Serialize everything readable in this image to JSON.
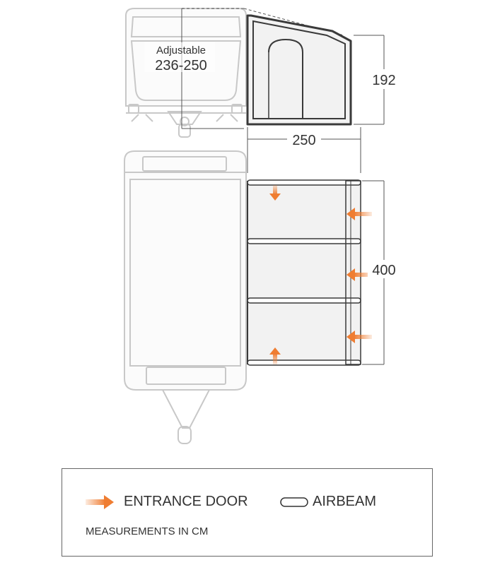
{
  "diagram": {
    "side_view": {
      "adjustable_label": "Adjustable",
      "adjustable_range": "236-250",
      "height_label": "192",
      "width_label": "250"
    },
    "plan_view": {
      "length_label": "400"
    }
  },
  "legend": {
    "entrance_label": "ENTRANCE DOOR",
    "airbeam_label": "AIRBEAM",
    "note": "MEASUREMENTS IN CM"
  },
  "colors": {
    "accent_orange": "#ef7d32",
    "caravan_line": "#c8c8c8",
    "awning_line": "#3a3a3a",
    "awning_fill": "#f2f2f2"
  },
  "icons": {
    "entrance": "orange-arrow-icon",
    "airbeam": "airbeam-capsule-icon"
  }
}
